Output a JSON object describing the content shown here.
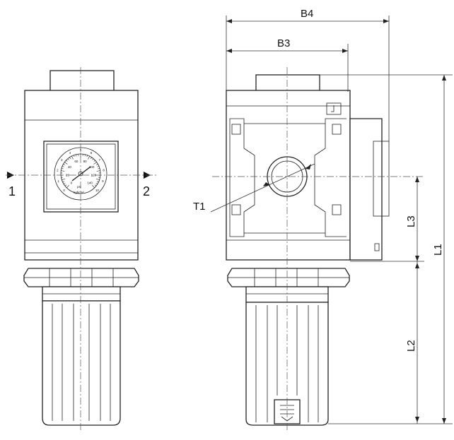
{
  "labels": {
    "b4": "B4",
    "b3": "B3",
    "t1": "T1",
    "l1": "L1",
    "l2": "L2",
    "l3": "L3",
    "port_in": "1",
    "port_out": "2"
  },
  "gauge": {
    "outer_scale": [
      "0",
      "1",
      "2",
      "3",
      "4",
      "5",
      "6",
      "7",
      "8",
      "9",
      "10"
    ],
    "inner_scale": [
      "0",
      "20",
      "40",
      "60",
      "80",
      "100",
      "120",
      "140"
    ],
    "units": [
      "psi",
      "kgf/cm²"
    ]
  }
}
